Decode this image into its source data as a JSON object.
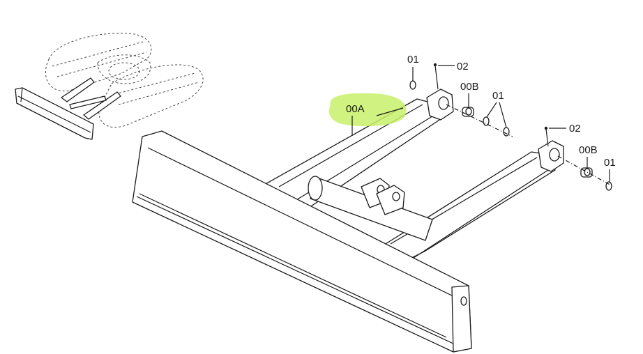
{
  "highlight_color": "#c8f06a",
  "callouts": {
    "frame": "00A",
    "bushing_left": "00B",
    "bushing_right": "00B",
    "snap_ring_top": "01",
    "snap_ring_mid": "01",
    "snap_ring_right": "01",
    "pin_top": "02",
    "pin_right": "02"
  }
}
